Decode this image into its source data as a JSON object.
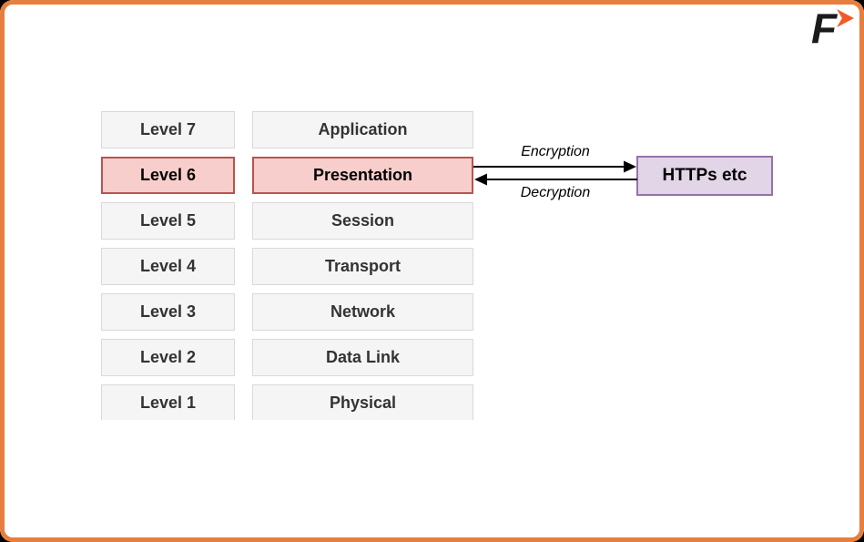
{
  "brand": {
    "letter": "F",
    "arrow_icon": "right-arrow-icon",
    "logo_black": "#1B1B1B",
    "logo_orange": "#F15A24"
  },
  "frame": {
    "border_color": "#E87E3E",
    "background": "#FFFFFF"
  },
  "osi": {
    "rows": [
      {
        "level": "Level 7",
        "layer": "Application",
        "highlighted": false
      },
      {
        "level": "Level 6",
        "layer": "Presentation",
        "highlighted": true
      },
      {
        "level": "Level 5",
        "layer": "Session",
        "highlighted": false
      },
      {
        "level": "Level 4",
        "layer": "Transport",
        "highlighted": false
      },
      {
        "level": "Level 3",
        "layer": "Network",
        "highlighted": false
      },
      {
        "level": "Level 2",
        "layer": "Data Link",
        "highlighted": false
      },
      {
        "level": "Level 1",
        "layer": "Physical",
        "highlighted": false
      }
    ],
    "box_fill": "#F5F5F5",
    "box_border": "#D9D9D9",
    "box_text_color": "#333333",
    "highlight_fill": "#F8CECC",
    "highlight_border": "#B85450"
  },
  "edges": {
    "encryption_label": "Encryption",
    "decryption_label": "Decryption",
    "arrow_color": "#000000"
  },
  "protocol_box": {
    "label": "HTTPs etc",
    "fill": "#E1D5E7",
    "border": "#9673A6"
  }
}
